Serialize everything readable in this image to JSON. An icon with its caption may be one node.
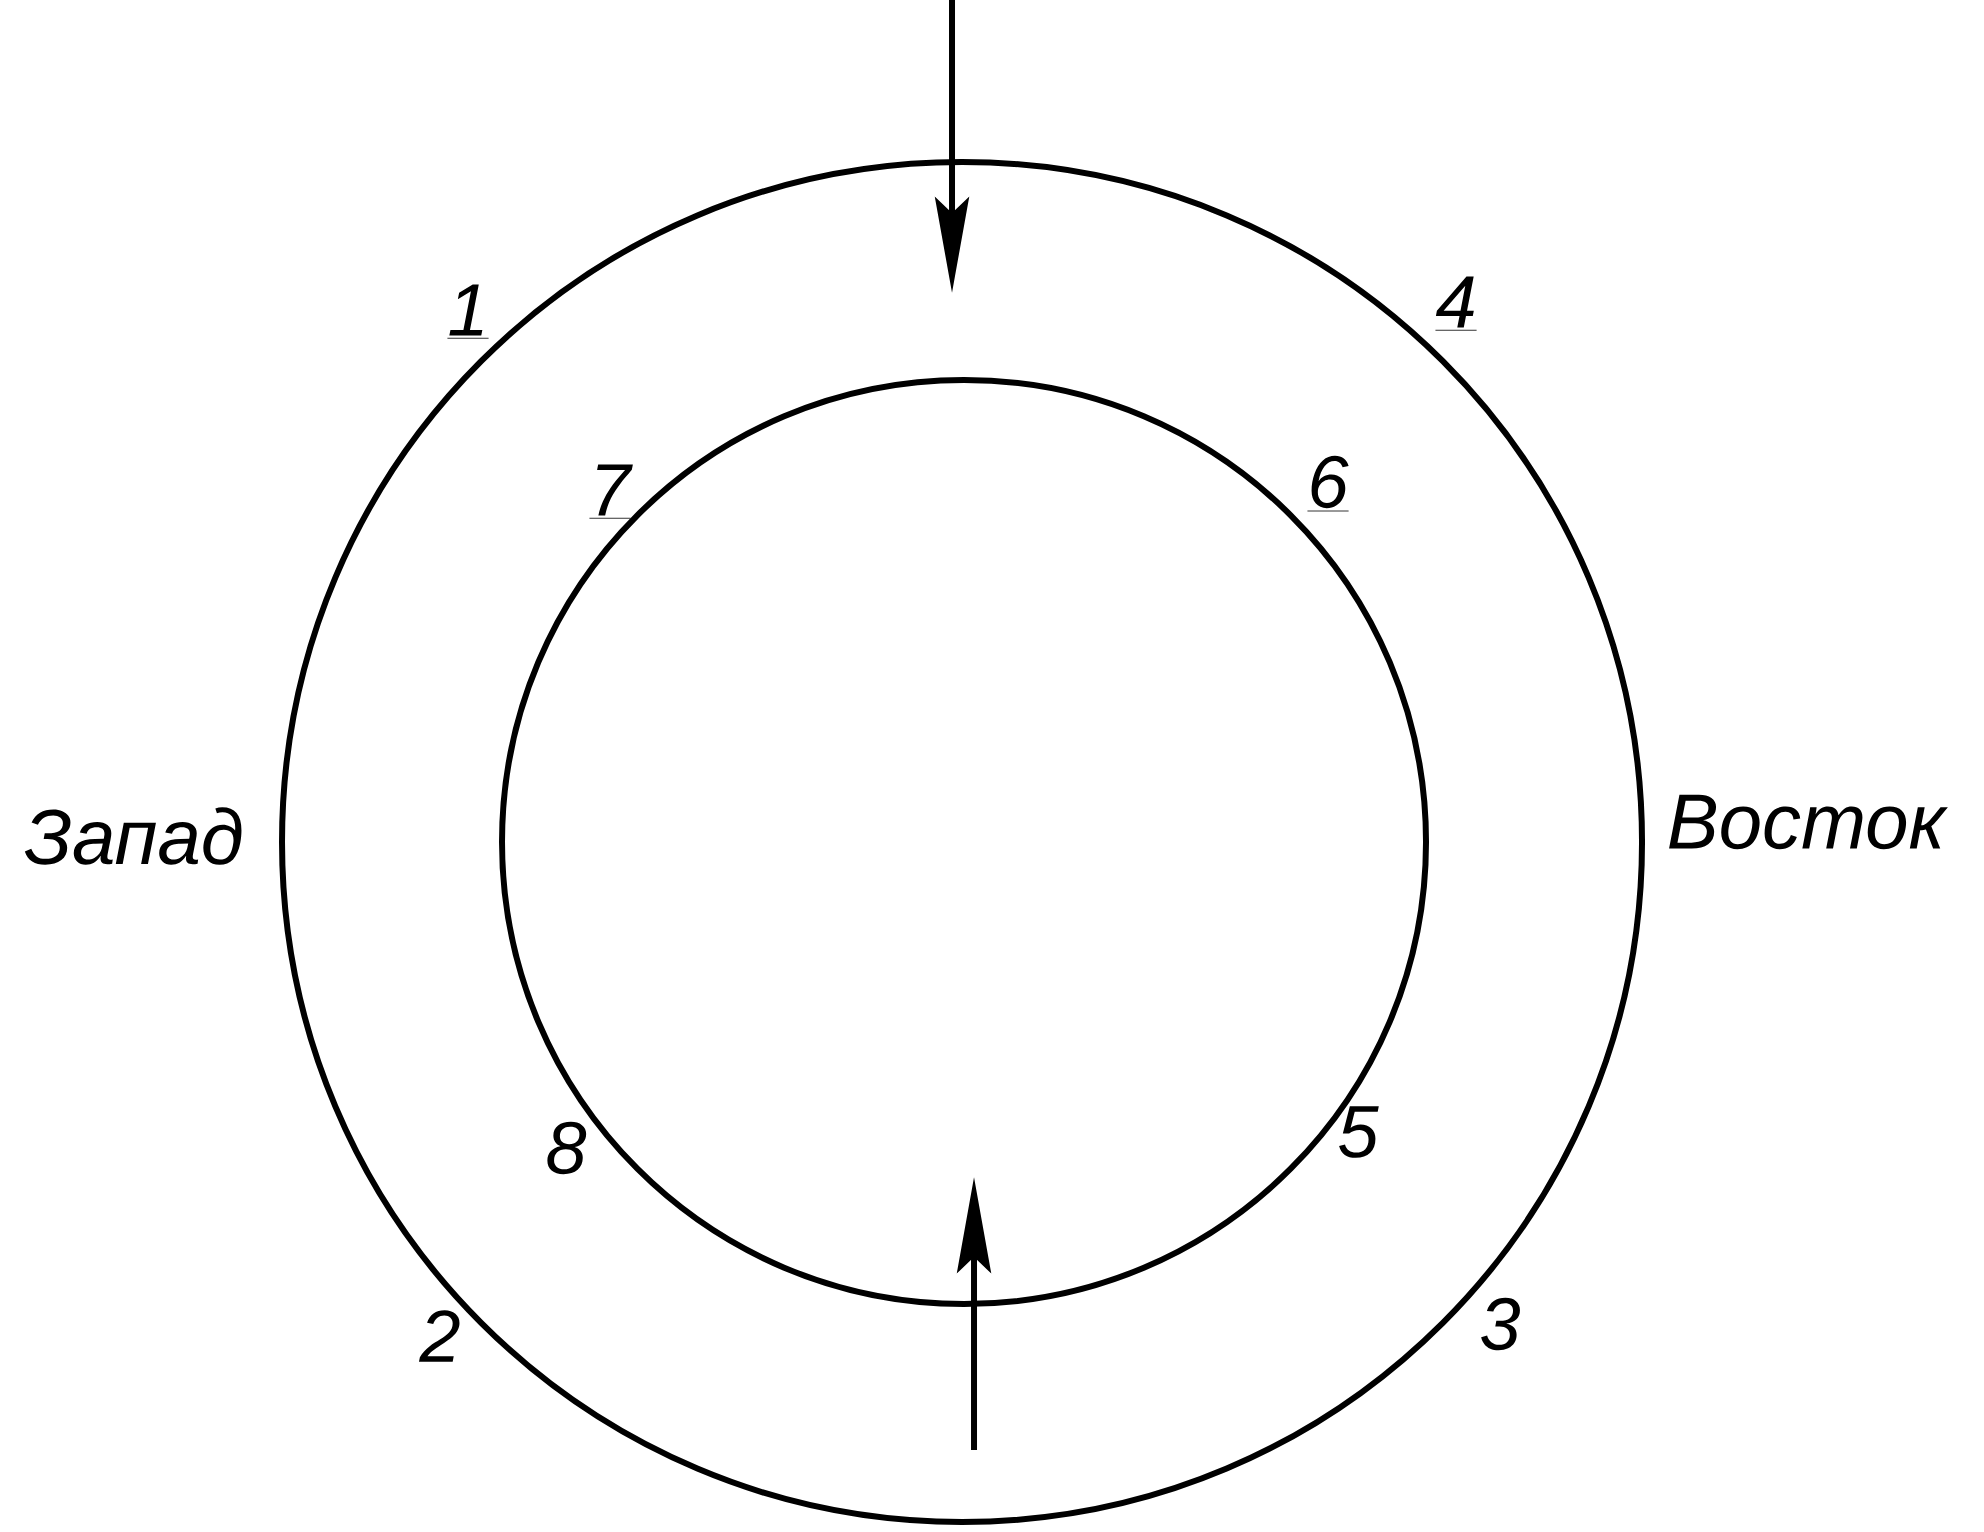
{
  "diagram": {
    "nodes": [
      {
        "text": [],
        "shape": "circle"
      },
      {
        "text": [],
        "shape": "circle",
        "in": 0
      }
    ],
    "edges": [
      {
        "from": null,
        "to": 0,
        "arrow": "to"
      },
      {
        "from": null,
        "to": 1,
        "arrow": "to"
      }
    ],
    "labels": [
      "1",
      "4",
      "7",
      "6",
      "Запад",
      "Восток",
      "8",
      "5",
      "2",
      "3"
    ]
  }
}
